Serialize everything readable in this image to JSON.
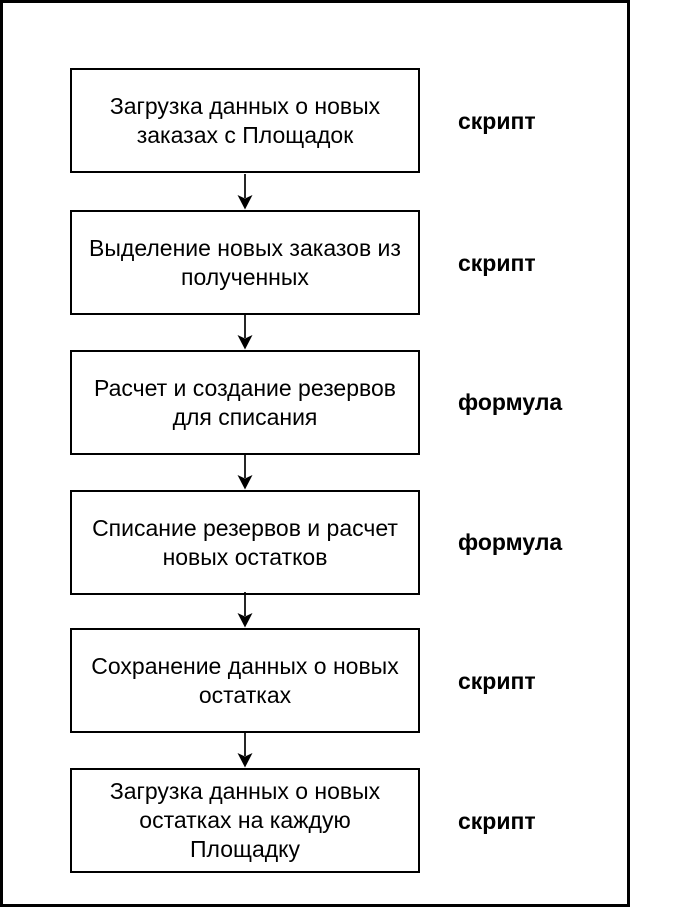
{
  "page": {
    "background_color": "#ffffff",
    "line_color": "#000000"
  },
  "flowchart": {
    "steps": [
      {
        "lines": [
          "Загрузка данных о новых",
          "заказах с Площадок"
        ],
        "annotation": "скрипт"
      },
      {
        "lines": [
          "Выделение новых заказов из",
          "полученных"
        ],
        "annotation": "скрипт"
      },
      {
        "lines": [
          "Расчет и создание резервов",
          "для списания"
        ],
        "annotation": "формула"
      },
      {
        "lines": [
          "Списание резервов и расчет",
          "новых остатков"
        ],
        "annotation": "формула"
      },
      {
        "lines": [
          "Сохранение данных о новых",
          "остатках"
        ],
        "annotation": "скрипт"
      },
      {
        "lines": [
          "Загрузка данных о новых",
          "остатках на каждую",
          "Площадку"
        ],
        "annotation": "скрипт"
      }
    ]
  }
}
